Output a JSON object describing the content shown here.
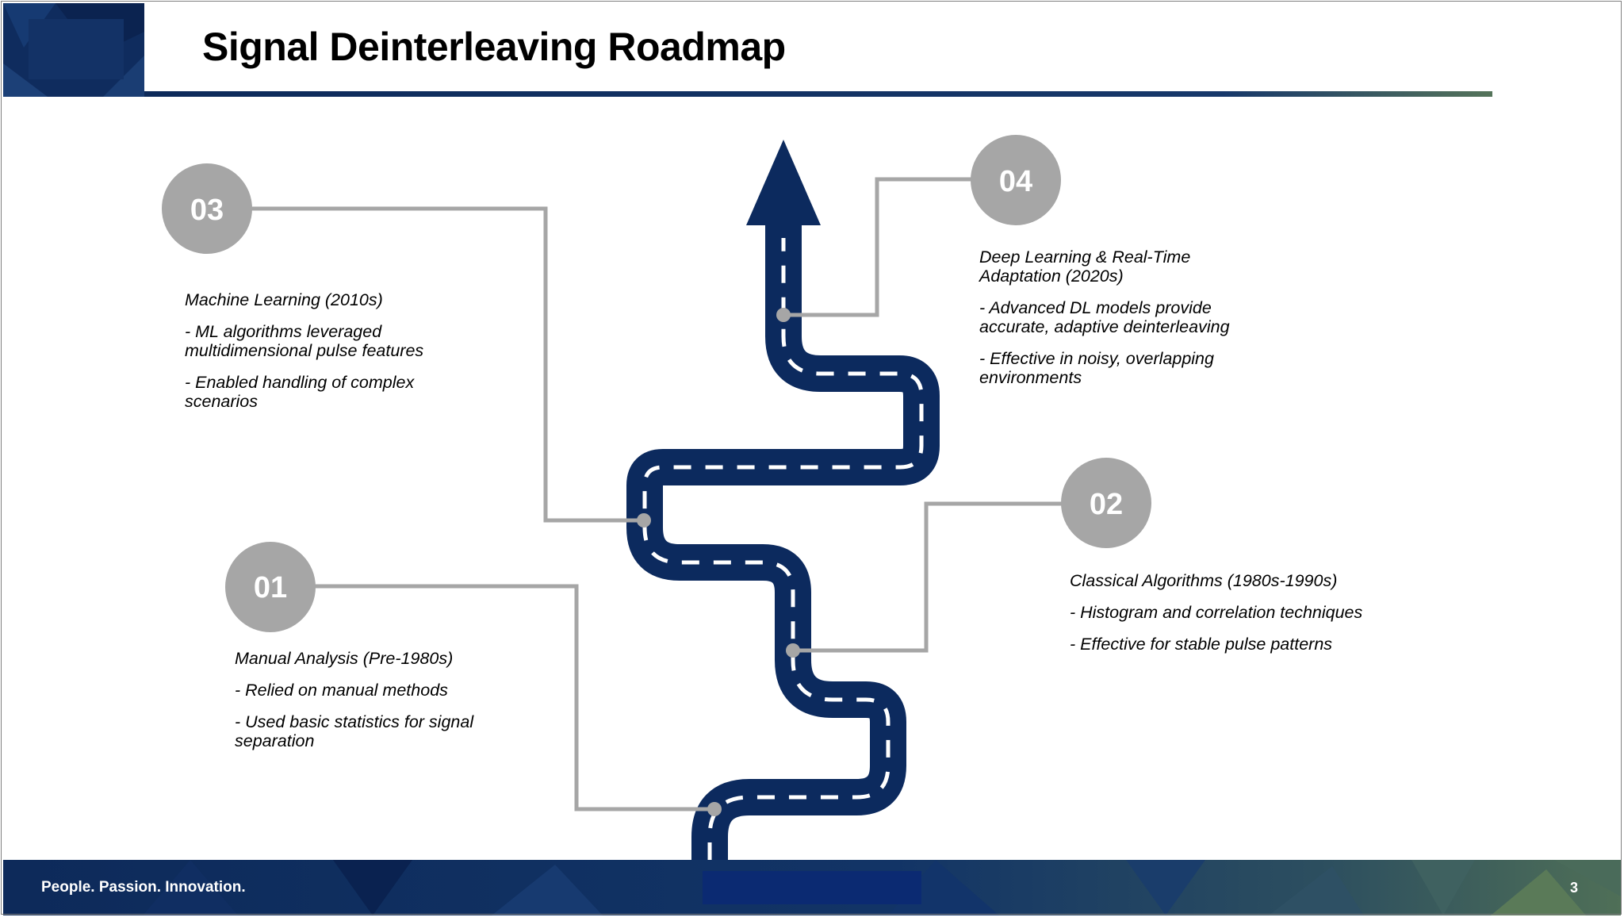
{
  "slide": {
    "title": "Signal Deinterleaving Roadmap",
    "footer_tagline": "People. Passion. Innovation.",
    "page_number": "3"
  },
  "colors": {
    "road": "#0c2a5e",
    "road_marking": "#ffffff",
    "marker": "#a6a6a6",
    "connector": "#a6a6a6",
    "banner_dark": "#0d2a5a",
    "banner_accent": "#4a6a5a"
  },
  "milestones": [
    {
      "number": "01",
      "heading": "Manual Analysis (Pre-1980s)",
      "points": [
        "- Relied on manual methods",
        "- Used basic statistics for signal separation"
      ]
    },
    {
      "number": "02",
      "heading": "Classical Algorithms (1980s-1990s)",
      "points": [
        "- Histogram and correlation techniques",
        "- Effective for stable pulse patterns"
      ]
    },
    {
      "number": "03",
      "heading": "Machine Learning (2010s)",
      "points": [
        "- ML algorithms leveraged multidimensional pulse features",
        "- Enabled handling of complex scenarios"
      ]
    },
    {
      "number": "04",
      "heading": "Deep Learning & Real-Time Adaptation (2020s)",
      "points": [
        "- Advanced DL models provide accurate, adaptive deinterleaving",
        "- Effective in noisy, overlapping environments"
      ]
    }
  ]
}
